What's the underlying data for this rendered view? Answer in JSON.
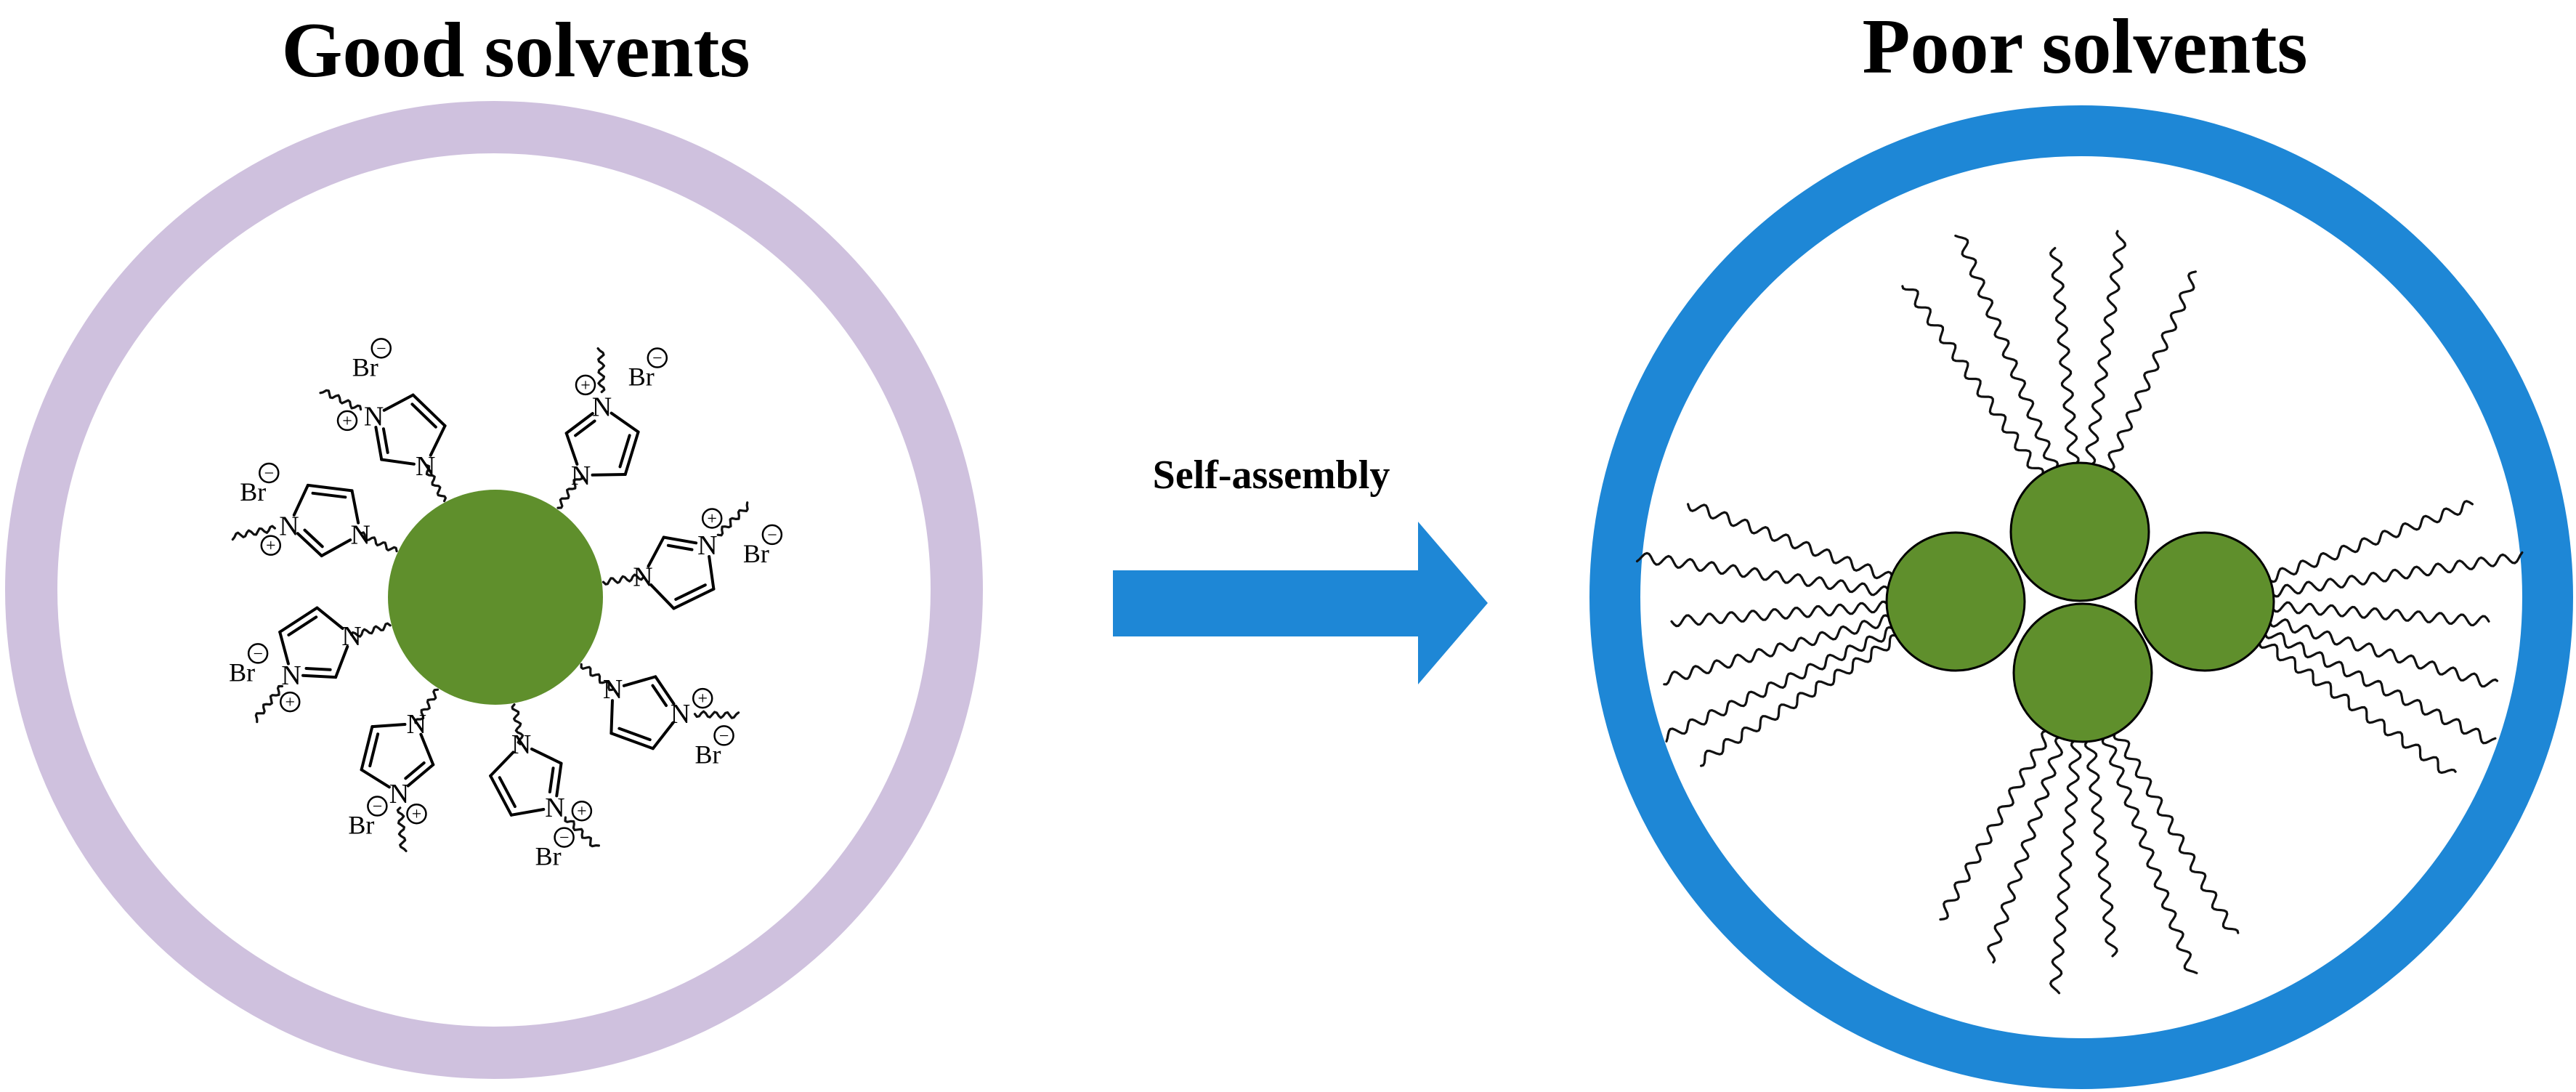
{
  "left_panel": {
    "title": "Good solvents"
  },
  "right_panel": {
    "title": "Poor solvents"
  },
  "arrow": {
    "label": "Self-assembly"
  },
  "molecule": {
    "nitrogen": "N",
    "counter_ion": "Br",
    "plus_sign": "+",
    "minus_sign": "−",
    "unit_count": 8
  },
  "colors": {
    "good_solvent_ring": "#cfc1de",
    "poor_solvent_ring": "#1e87d6",
    "core": "#5f8f2c",
    "arrow": "#1e87d6"
  }
}
